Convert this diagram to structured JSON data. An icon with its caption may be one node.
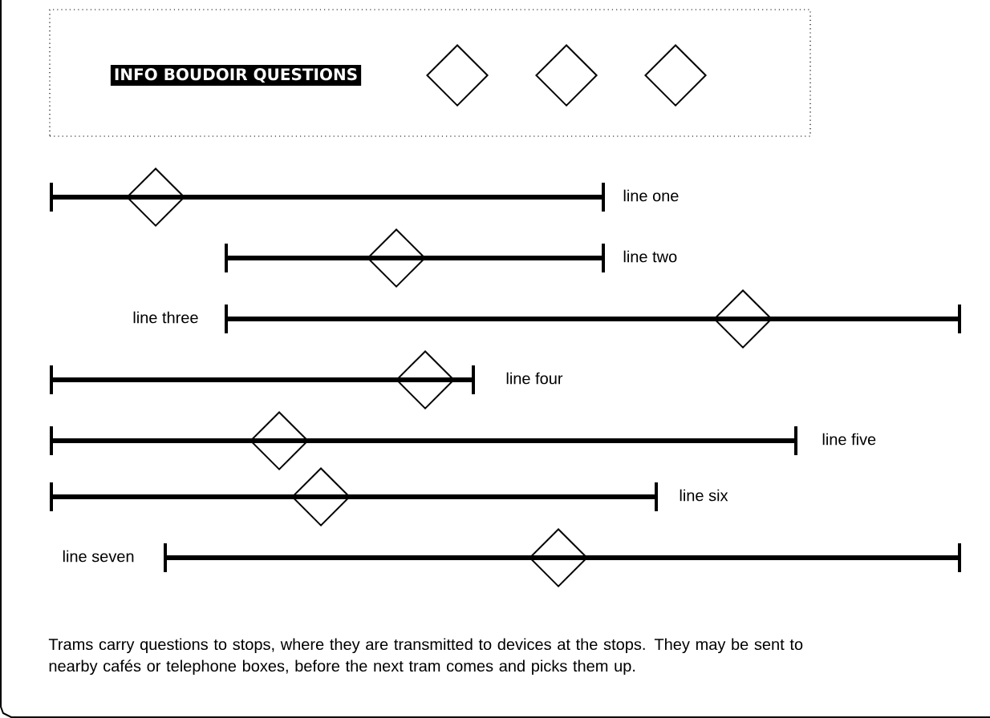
{
  "diagram": {
    "caption": "Trams carry questions to stops, where they are transmitted to devices at the stops. They may be sent to nearby cafés or telephone boxes, before the next tram comes and picks them up.",
    "nodes": [
      {
        "text": [
          "INFO BOUDOIR QUESTIONS"
        ]
      },
      {
        "text": [],
        "shape": "diamond",
        "in": 0
      },
      {
        "text": [],
        "shape": "diamond",
        "in": 0
      },
      {
        "text": [],
        "shape": "diamond",
        "in": 0
      },
      {
        "text": [],
        "shape": "bar",
        "beside": [
          "line one"
        ]
      },
      {
        "text": [],
        "shape": "diamond"
      },
      {
        "text": [],
        "shape": "bar",
        "beside": [
          "line two"
        ]
      },
      {
        "text": [],
        "shape": "diamond"
      },
      {
        "text": [],
        "shape": "bar",
        "beside": [
          "line three"
        ]
      },
      {
        "text": [],
        "shape": "diamond"
      },
      {
        "text": [],
        "shape": "bar",
        "beside": [
          "line four"
        ]
      },
      {
        "text": [],
        "shape": "diamond"
      },
      {
        "text": [],
        "shape": "bar",
        "beside": [
          "line five"
        ]
      },
      {
        "text": [],
        "shape": "diamond"
      },
      {
        "text": [],
        "shape": "bar",
        "beside": [
          "line six"
        ]
      },
      {
        "text": [],
        "shape": "diamond"
      },
      {
        "text": [],
        "shape": "bar",
        "beside": [
          "line seven"
        ]
      },
      {
        "text": [],
        "shape": "diamond"
      }
    ]
  }
}
